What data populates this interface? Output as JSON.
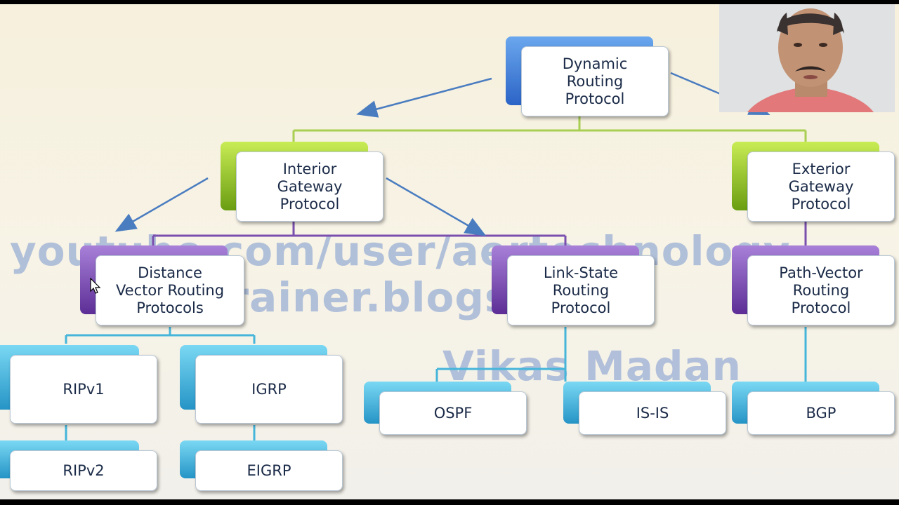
{
  "diagram": {
    "root": {
      "label": "Dynamic\nRouting\nProtocol"
    },
    "interior": {
      "label": "Interior\nGateway\nProtocol"
    },
    "exterior": {
      "label": "Exterior\nGateway\nProtocol"
    },
    "distance_vector": {
      "label": "Distance\nVector Routing\nProtocols"
    },
    "link_state": {
      "label": "Link-State\nRouting\nProtocol"
    },
    "path_vector": {
      "label": "Path-Vector\nRouting\nProtocol"
    },
    "ripv1": {
      "label": "RIPv1"
    },
    "ripv2": {
      "label": "RIPv2"
    },
    "igrp": {
      "label": "IGRP"
    },
    "eigrp": {
      "label": "EIGRP"
    },
    "ospf": {
      "label": "OSPF"
    },
    "isis": {
      "label": "IS-IS"
    },
    "bgp": {
      "label": "BGP"
    }
  },
  "watermarks": {
    "line1": "youtube.com/user/aertechnology",
    "line2": "techtrainer.blogspot.in",
    "line3": "Vikas Madan"
  },
  "colors": {
    "tab_blue": "#2b64c6",
    "tab_green": "#6a9d12",
    "tab_purple": "#5c2e96",
    "tab_cyan": "#2594c6",
    "connector_green": "#a9cf52",
    "connector_purple": "#7a4fae",
    "connector_cyan": "#45b5da",
    "arrow": "#4a7cc0",
    "text": "#1a2a47"
  }
}
